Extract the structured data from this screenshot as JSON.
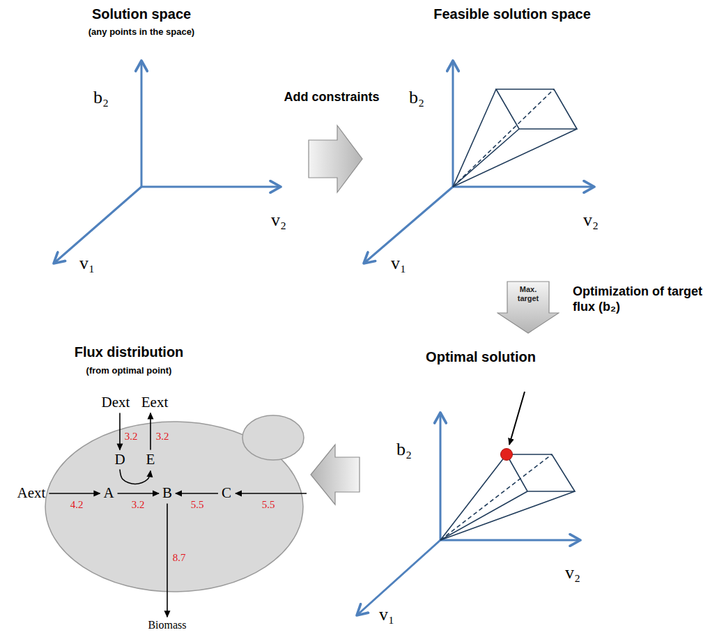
{
  "diagram": {
    "nodes": [
      {
        "text": [
          "Max. target"
        ]
      },
      {
        "text": [
          "Dext"
        ]
      },
      {
        "text": [
          "Eext"
        ]
      },
      {
        "text": [
          "D"
        ]
      },
      {
        "text": [
          "E"
        ]
      },
      {
        "text": [
          "Aext"
        ]
      },
      {
        "text": [
          "A"
        ]
      },
      {
        "text": [
          "B"
        ]
      },
      {
        "text": [
          "C"
        ]
      },
      {
        "text": [
          "Biomass"
        ]
      }
    ],
    "edges": [
      {
        "from": 1,
        "to": 3,
        "arrow": "to",
        "label": "3.2"
      },
      {
        "from": 4,
        "to": 2,
        "arrow": "to",
        "label": "3.2"
      },
      {
        "from": 5,
        "to": 6,
        "arrow": "to",
        "label": "4.2"
      },
      {
        "from": 6,
        "to": 7,
        "arrow": "to",
        "label": "3.2"
      },
      {
        "from": 3,
        "to": 4,
        "arrow": "to"
      },
      {
        "from": 8,
        "to": 7,
        "arrow": "to",
        "label": "5.5"
      },
      {
        "from": 7,
        "to": 9,
        "arrow": "to",
        "label": "8.7"
      }
    ],
    "labels": [
      "Solution space",
      "(any points in the space)",
      "b₂",
      "v₂",
      "v₁",
      "Feasible solution space",
      "b₂",
      "v₂",
      "v₁",
      "Add constraints",
      "Optimization of target flux (b₂)",
      "Flux distribution",
      "(from optimal point)",
      "Optimal solution",
      "b₂",
      "v₂",
      "v₁",
      "5.5"
    ]
  }
}
